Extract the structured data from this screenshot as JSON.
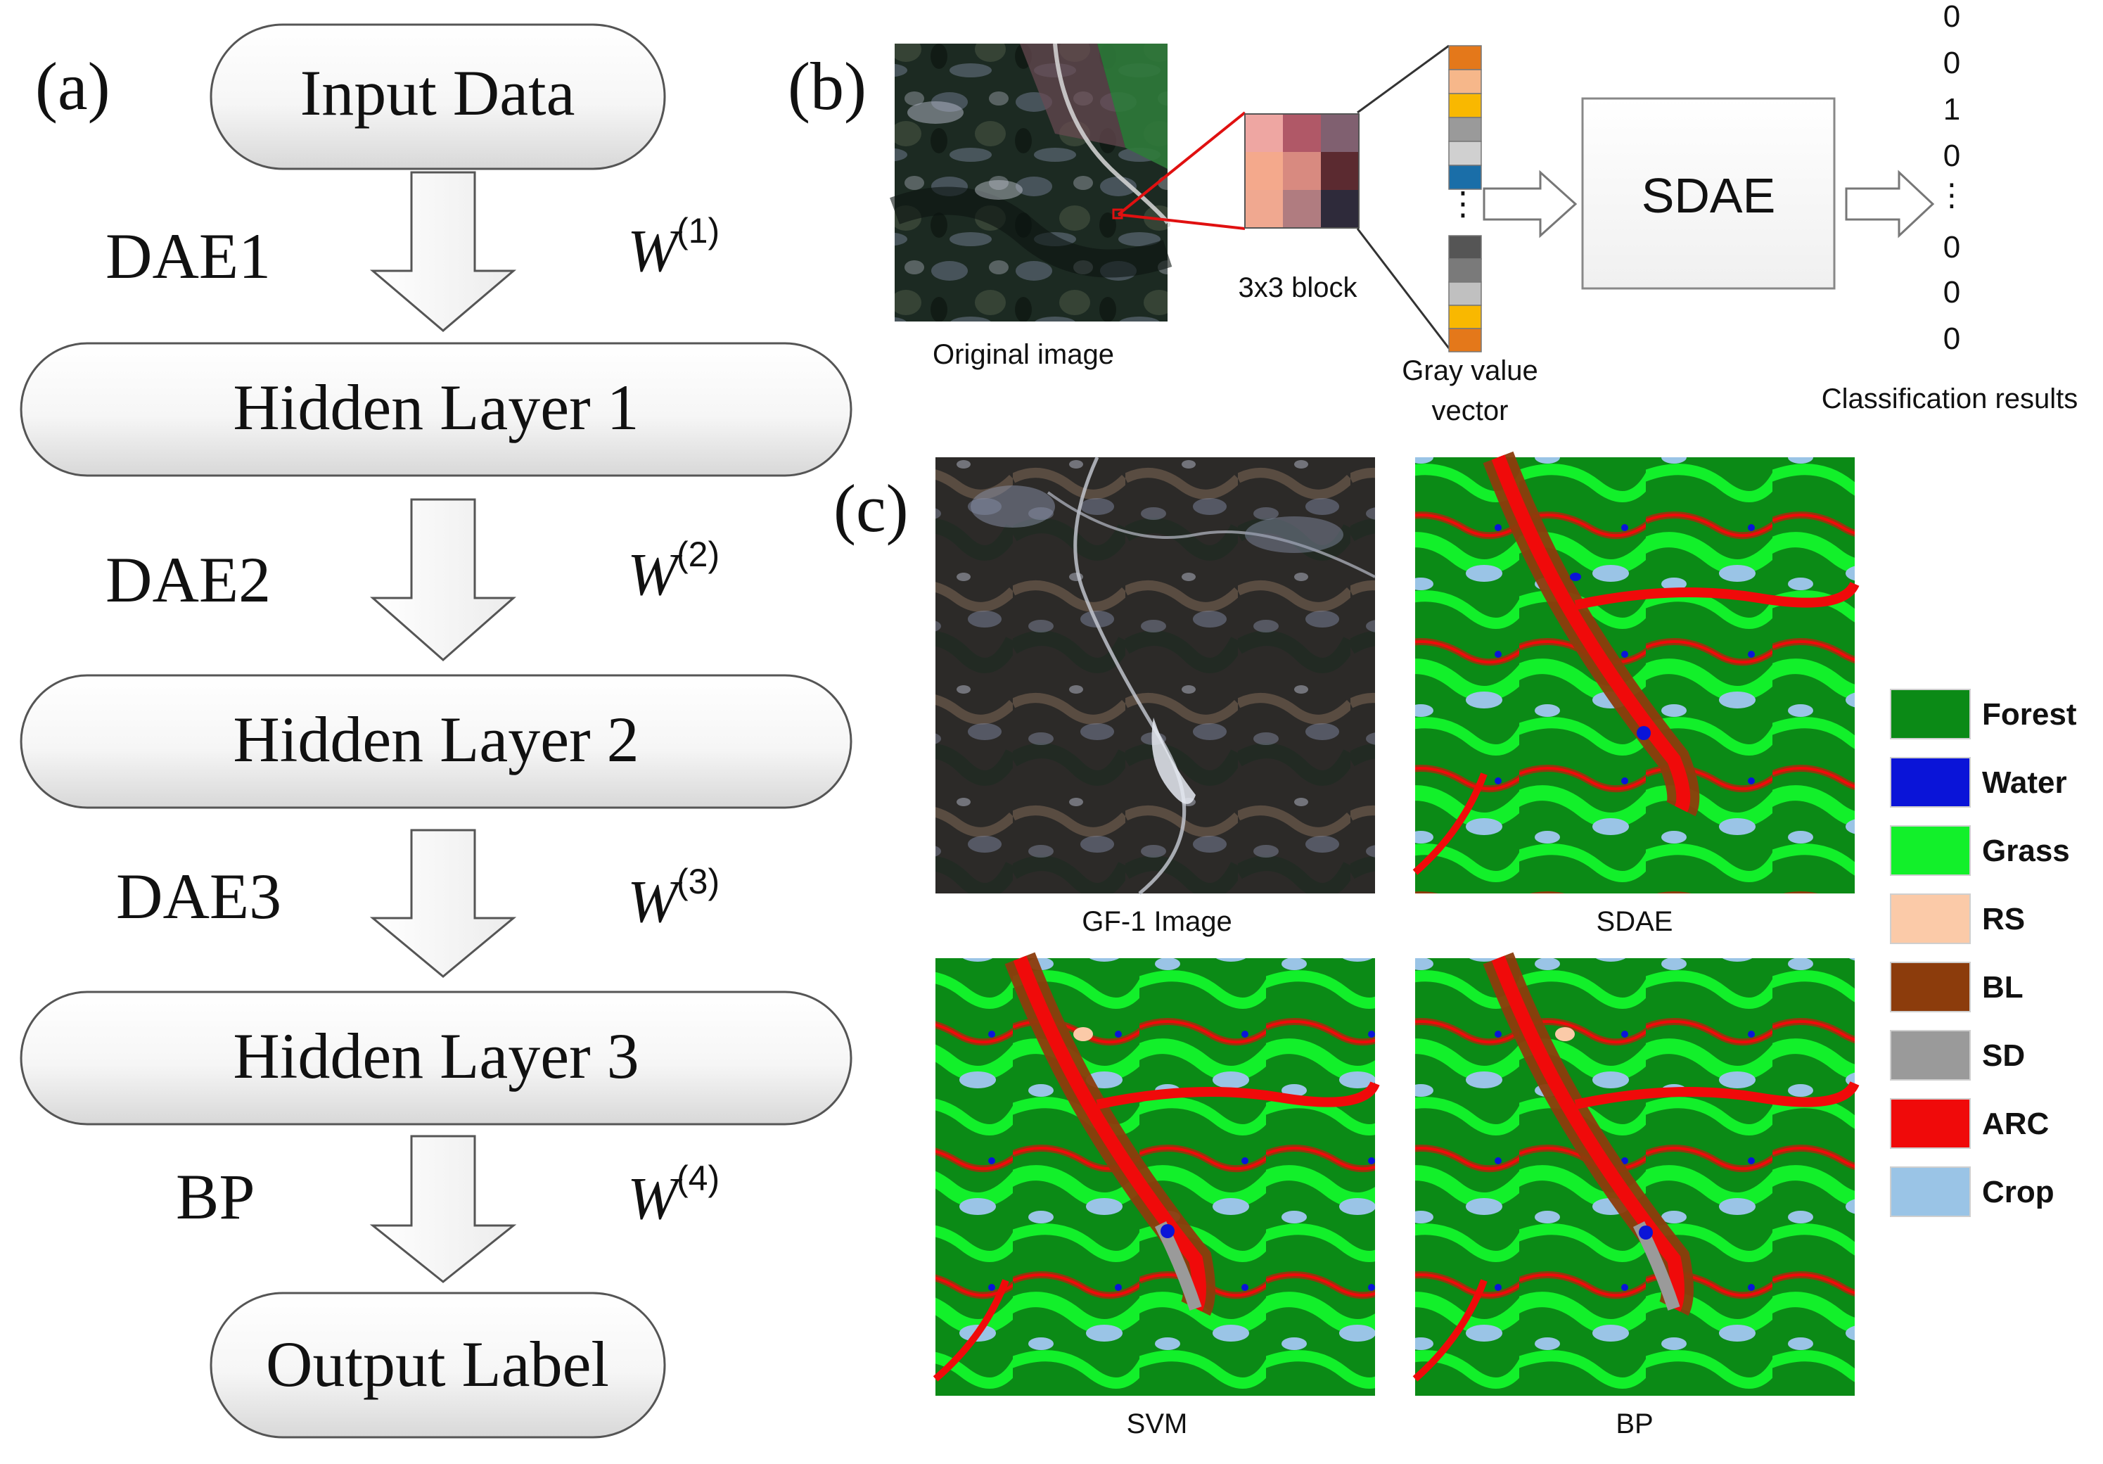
{
  "panel_a": {
    "label": "(a)",
    "input_node": "Input Data",
    "hidden1": "Hidden Layer 1",
    "hidden2": "Hidden Layer 2",
    "hidden3": "Hidden Layer 3",
    "output_node": "Output Label",
    "steps": [
      {
        "name": "DAE1",
        "weight": "W",
        "sup": "(1)"
      },
      {
        "name": "DAE2",
        "weight": "W",
        "sup": "(2)"
      },
      {
        "name": "DAE3",
        "weight": "W",
        "sup": "(3)"
      },
      {
        "name": "BP",
        "weight": "W",
        "sup": "(4)"
      }
    ]
  },
  "panel_b": {
    "label": "(b)",
    "original_caption": "Original image",
    "block_caption": "3x3 block",
    "vector_caption_line1": "Gray value",
    "vector_caption_line2": "vector",
    "model": "SDAE",
    "results_caption": "Classification results",
    "results": [
      "0",
      "0",
      "1",
      "0",
      "⋮",
      "0",
      "0",
      "0"
    ],
    "block_colors": [
      "#eea6a2",
      "#b05867",
      "#806070",
      "#f4a98c",
      "#d88a80",
      "#5b2a30",
      "#f0a890",
      "#b07c80",
      "#2e2a3a"
    ],
    "vector_colors_top": [
      "#e4781a",
      "#f6b78a",
      "#f9b800",
      "#9a9a9a",
      "#d0d0d0",
      "#1a6ea8"
    ],
    "vector_colors_bottom": [
      "#555555",
      "#7a7a7a",
      "#c0c0c0",
      "#f9b800",
      "#e4781a"
    ]
  },
  "panel_c": {
    "label": "(c)",
    "captions": [
      "GF-1 Image",
      "SDAE",
      "SVM",
      "BP"
    ],
    "legend": [
      {
        "label": "Forest",
        "color": "#0b8a16"
      },
      {
        "label": "Water",
        "color": "#0a14d8"
      },
      {
        "label": "Grass",
        "color": "#12f02a"
      },
      {
        "label": "RS",
        "color": "#fbcaa8"
      },
      {
        "label": "BL",
        "color": "#8c3c0c"
      },
      {
        "label": "SD",
        "color": "#9a9a9a"
      },
      {
        "label": "ARC",
        "color": "#f00a0a"
      },
      {
        "label": "Crop",
        "color": "#9ac4e6"
      }
    ]
  }
}
